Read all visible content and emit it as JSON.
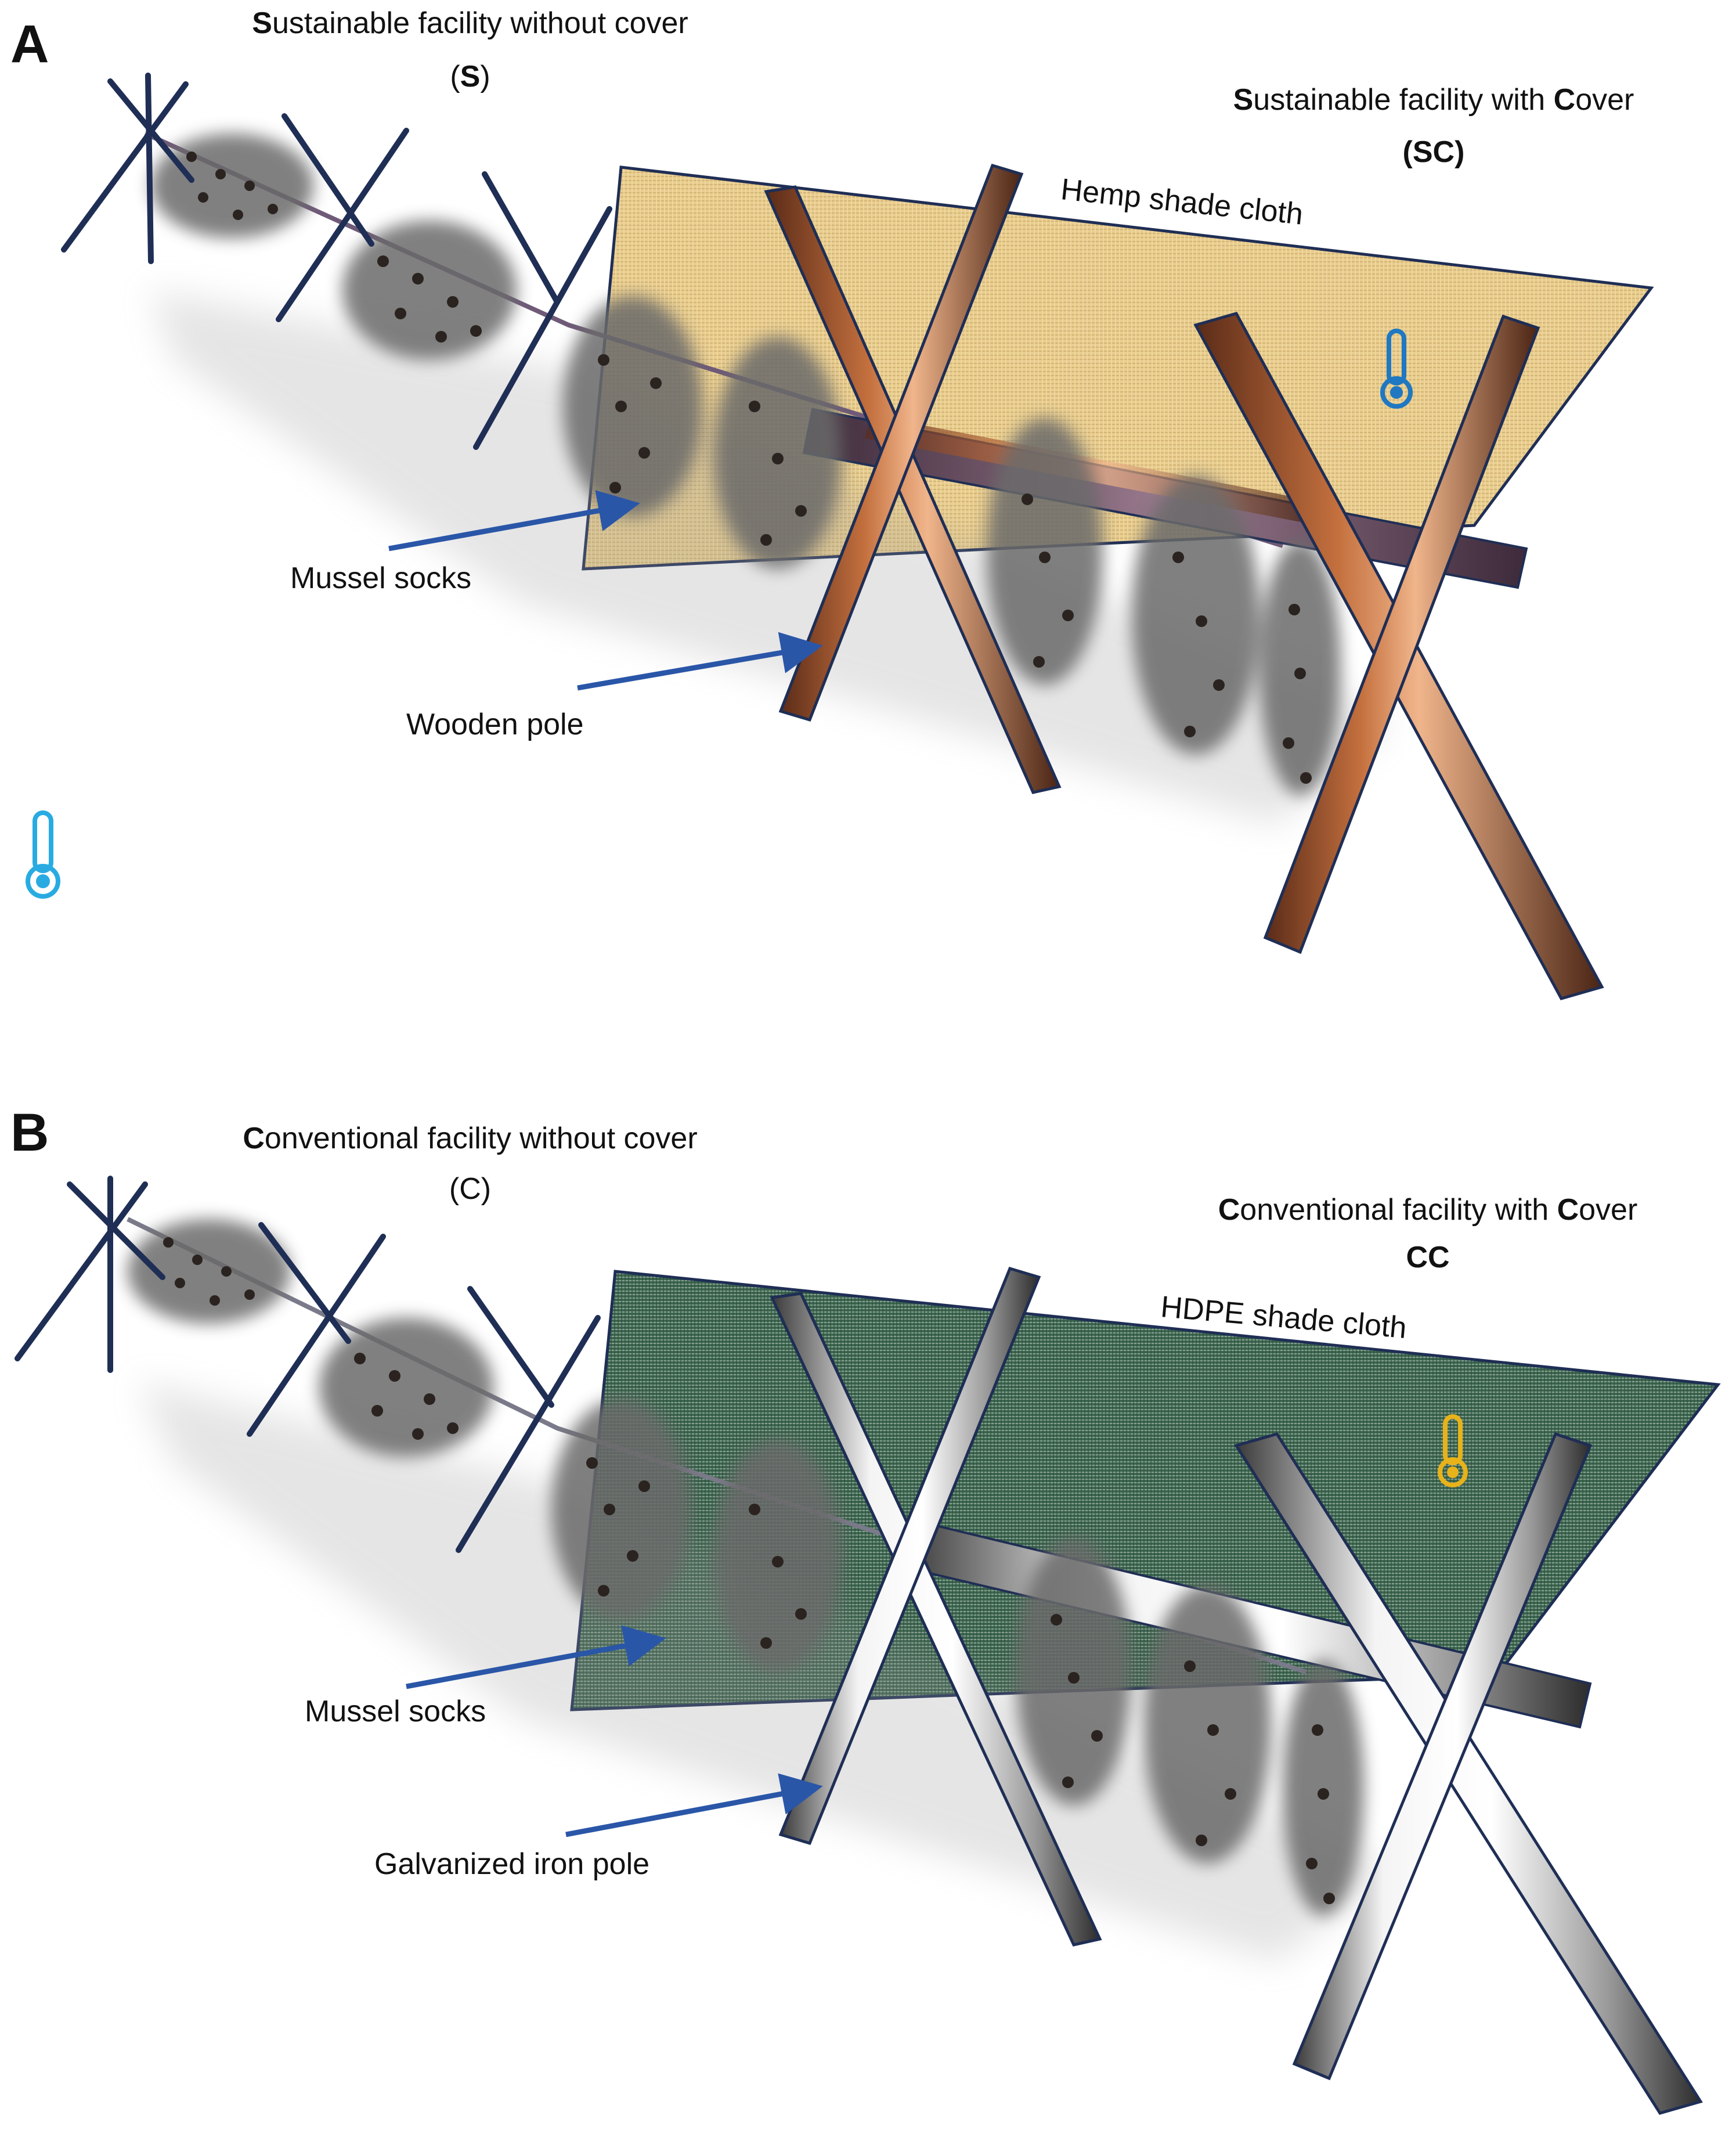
{
  "panels": [
    {
      "letter": "A",
      "left_title": {
        "first": "S",
        "rest": "ustainable facility without cover",
        "code_prefix": "(",
        "code": "S",
        "code_suffix": ")"
      },
      "right_title": {
        "first": "S",
        "mid": "ustainable facility with ",
        "second": "C",
        "rest": "over",
        "code_prefix": "(",
        "code": "SC",
        "code_suffix": ")"
      },
      "cloth_label": "Hemp shade cloth",
      "socks_label": "Mussel socks",
      "pole_label": "Wooden pole",
      "colors": {
        "cloth": "#e6cb8c",
        "pole": "#a0522d",
        "left_thermo": "#29abe2",
        "right_thermo": "#1f78c1"
      },
      "icons": [
        "thermometer-icon",
        "thermometer-icon"
      ]
    },
    {
      "letter": "B",
      "left_title": {
        "first": "C",
        "rest": "onventional facility without cover",
        "code_prefix": "(",
        "code": "C",
        "code_suffix": ")"
      },
      "right_title": {
        "first": "C",
        "mid": "onventional facility with ",
        "second": "C",
        "rest": "over",
        "code_prefix": "",
        "code": "CC",
        "code_suffix": ""
      },
      "cloth_label": "HDPE shade cloth",
      "socks_label": "Mussel socks",
      "pole_label": "Galvanized iron pole",
      "colors": {
        "cloth": "#3f6a52",
        "pole": "#d8d8d8",
        "right_thermo": "#e8b21a"
      },
      "icons": [
        "thermometer-icon"
      ]
    }
  ]
}
